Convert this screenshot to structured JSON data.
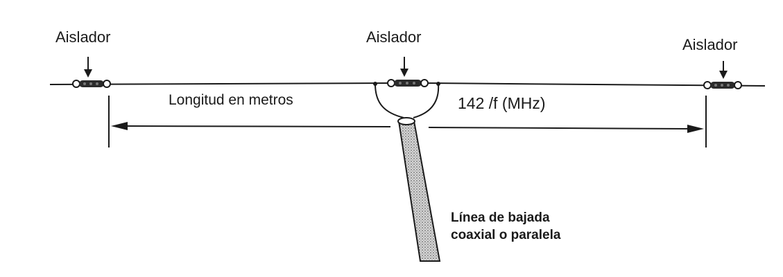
{
  "insulator_labels": {
    "left": "Aislador",
    "center": "Aislador",
    "right": "Aislador"
  },
  "length_label": "Longitud en metros",
  "formula_label": "142 /f (MHz)",
  "feedline_label": {
    "line1": "Línea de bajada",
    "line2": "coaxial o paralela"
  },
  "colors": {
    "ink": "#1a1a1a",
    "feedline_fill": "#b8b8b8",
    "background": "#ffffff"
  }
}
